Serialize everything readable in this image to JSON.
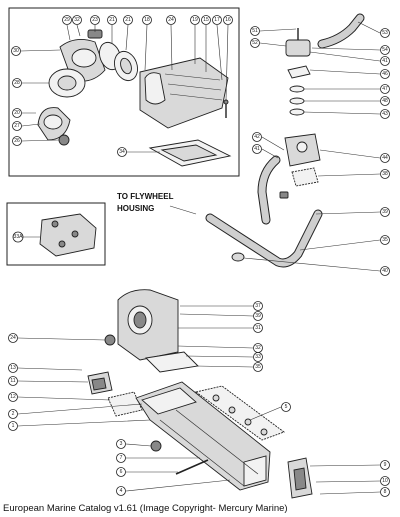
{
  "flywheel_label": [
    "TO FLYWHEEL",
    "HOUSING"
  ],
  "caption": "European Marine Catalog v1.61 (Image Copyright- Mercury Marine)",
  "callouts": {
    "top_box_top": [
      "29",
      "32",
      "23",
      "21",
      "21",
      "18",
      "24",
      "19",
      "15",
      "17",
      "16"
    ],
    "top_box_left": [
      "30",
      "28",
      "20",
      "27",
      "26"
    ],
    "top_box_mid": "34",
    "inset": "33A",
    "right_column": [
      "51",
      "52",
      "53",
      "54",
      "41",
      "46",
      "47",
      "48",
      "43",
      "42",
      "41",
      "44",
      "38",
      "39",
      "35",
      "40"
    ],
    "bottom_left": [
      "24",
      "13",
      "11",
      "12",
      "2",
      "1",
      "3",
      "7",
      "6",
      "4"
    ],
    "bottom_center_right": [
      "37",
      "39",
      "31",
      "32",
      "33",
      "35",
      "5",
      "9",
      "10",
      "8"
    ]
  }
}
